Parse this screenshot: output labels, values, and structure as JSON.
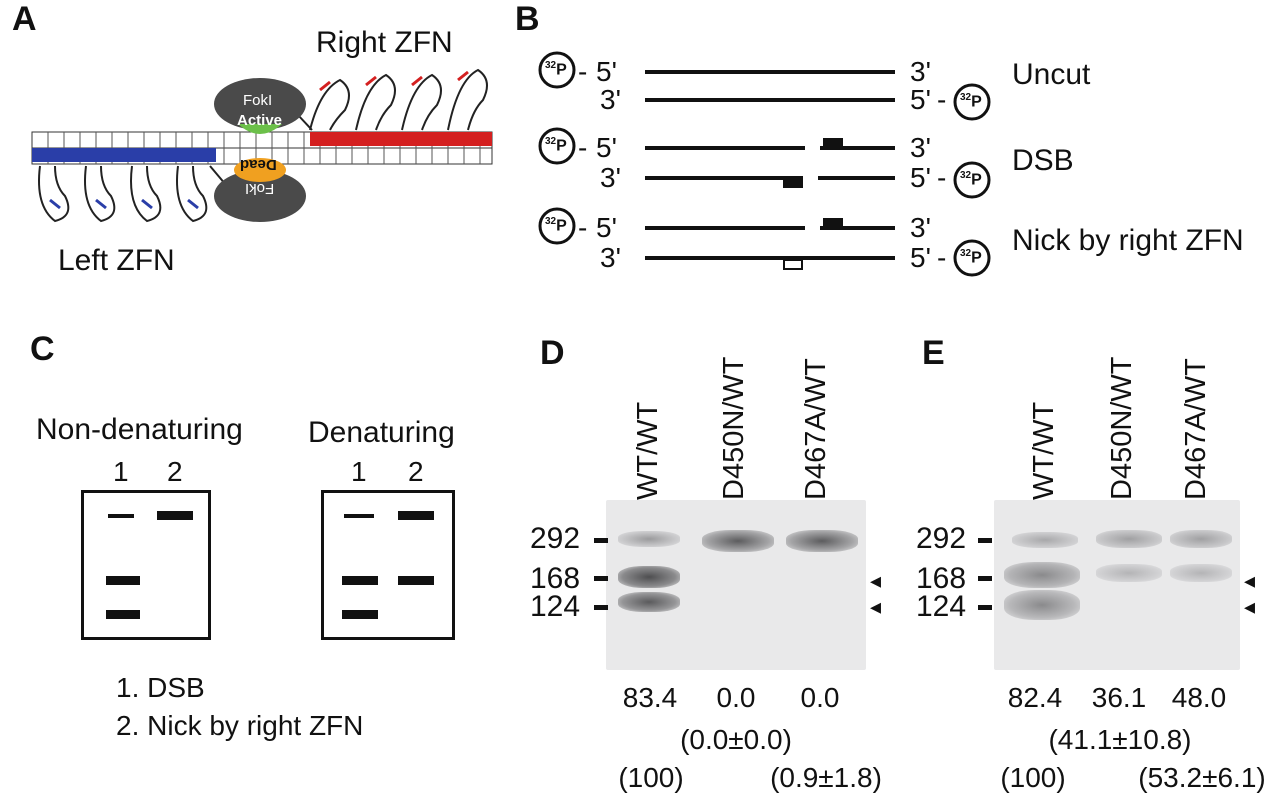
{
  "panels": {
    "a": "A",
    "b": "B",
    "c": "C",
    "d": "D",
    "e": "E"
  },
  "panel_a": {
    "right_zfn": "Right ZFN",
    "left_zfn": "Left ZFN",
    "fokl_top": "FokI",
    "active": "Active",
    "dead": "Dead",
    "fokl_bottom": "FokI",
    "colors": {
      "left_domain": "#2a3ea8",
      "right_domain": "#d42020",
      "active": "#6cc04a",
      "dead": "#f0a020",
      "fokl": "#4a4a4a"
    }
  },
  "panel_b": {
    "p32": "32P",
    "five": "5'",
    "three": "3'",
    "dash": "-",
    "uncut": "Uncut",
    "dsb": "DSB",
    "nick": "Nick by right ZFN"
  },
  "panel_c": {
    "non_denaturing": "Non-denaturing",
    "denaturing": "Denaturing",
    "lane1": "1",
    "lane2": "2",
    "legend_1": "1.  DSB",
    "legend_2": "2.  Nick by right ZFN"
  },
  "panel_d": {
    "lanes": [
      "WT/WT",
      "D450N/WT",
      "D467A/WT"
    ],
    "markers": [
      "292",
      "168",
      "124"
    ],
    "values": [
      "83.4",
      "0.0",
      "0.0"
    ],
    "mean_middle": "(0.0±0.0)",
    "ref": "(100)",
    "mean_right": "(0.9±1.8)",
    "arrow": "◂"
  },
  "panel_e": {
    "lanes": [
      "WT/WT",
      "D450N/WT",
      "D467A/WT"
    ],
    "markers": [
      "292",
      "168",
      "124"
    ],
    "values": [
      "82.4",
      "36.1",
      "48.0"
    ],
    "mean_middle": "(41.1±10.8)",
    "ref": "(100)",
    "mean_right": "(53.2±6.1)",
    "arrow": "◂"
  }
}
